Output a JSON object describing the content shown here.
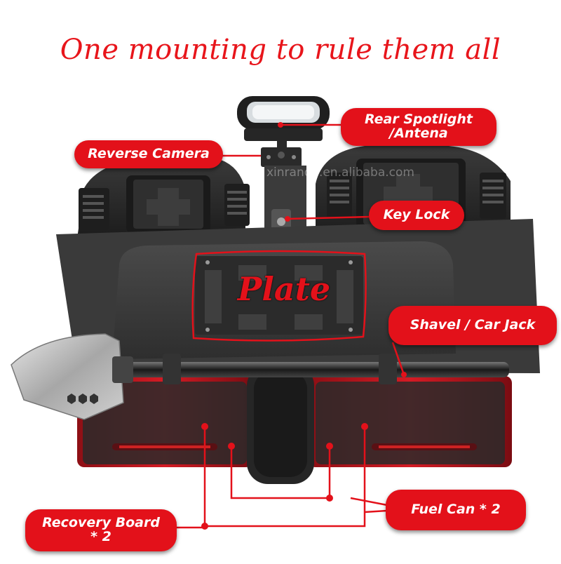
{
  "title": "One mounting to rule them all",
  "watermark": "xinranda.en.alibaba.com",
  "labels": {
    "rear_spotlight_line1": "Rear Spotlight",
    "rear_spotlight_line2": "/Antena",
    "reverse_camera": "Reverse Camera",
    "key_lock": "Key Lock",
    "plate": "Plate",
    "shovel_jack": "Shavel / Car Jack",
    "fuel_can": "Fuel Can * 2",
    "recovery_board_line1": "Recovery Board",
    "recovery_board_line2": "* 2"
  },
  "colors": {
    "accent": "#e3111a",
    "title": "#e8151b",
    "body_dark": "#2b2b2b",
    "red_case": "#c91822"
  }
}
